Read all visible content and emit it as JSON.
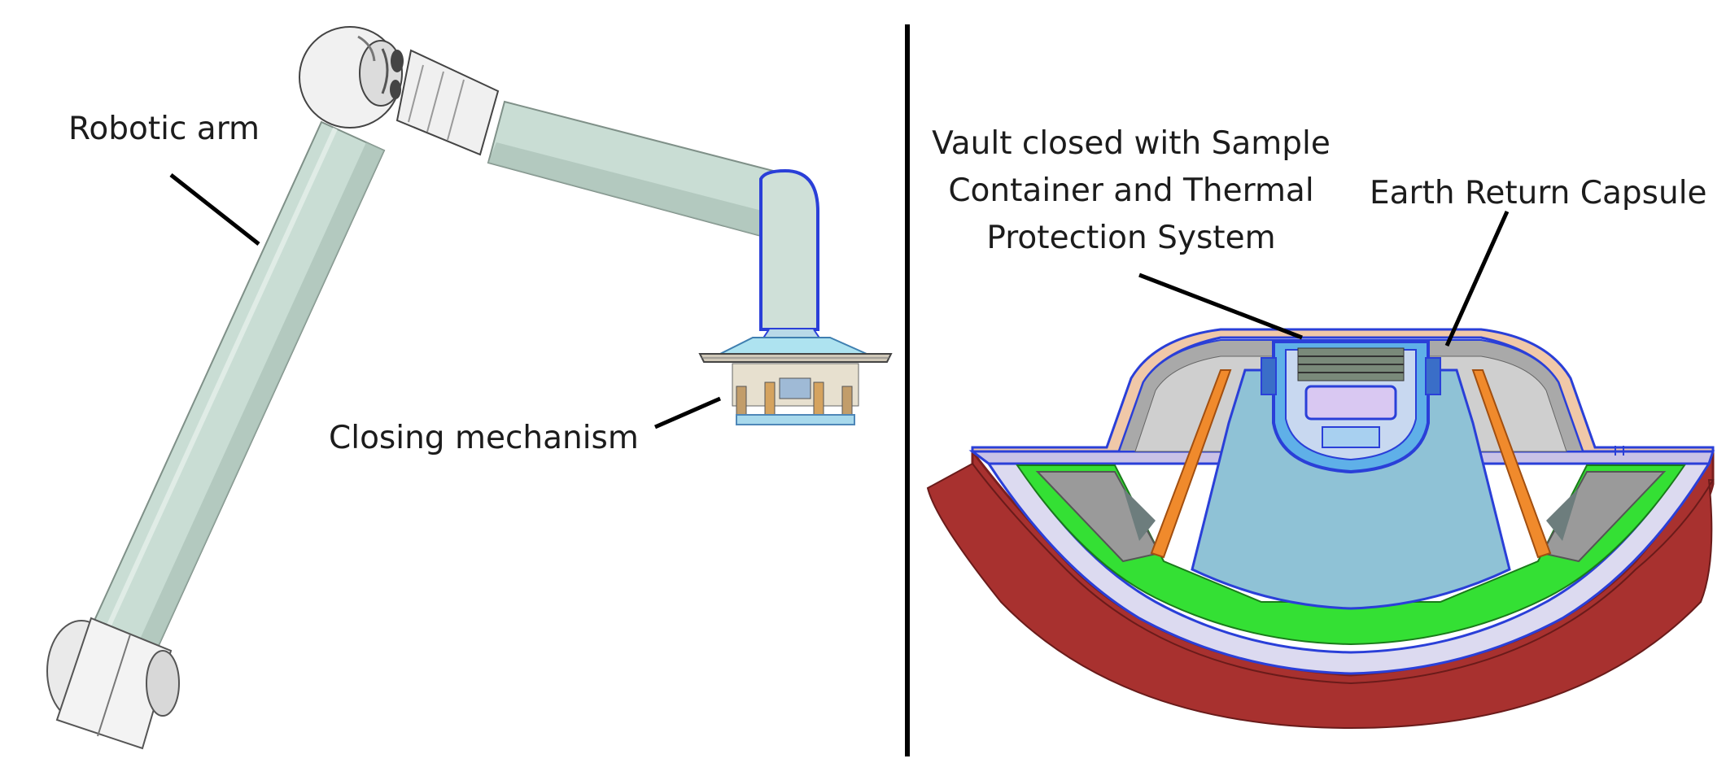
{
  "labels": {
    "robotic_arm": "Robotic arm",
    "closing_mechanism": "Closing mechanism",
    "vault_lines": [
      "Vault closed with Sample",
      "Container and Thermal",
      "Protection System"
    ],
    "earth_return_capsule": "Earth Return Capsule"
  },
  "colors": {
    "arm_tube": "#c9ddd4",
    "arm_tube_shade": "#a4bdb2",
    "joint": "#efefef",
    "outline_blue": "#2a3fd8",
    "heat_shield": "#a8312f",
    "green_structure": "#34e034",
    "orange_struts": "#f08a2c",
    "inner_volume": "#8fc2d6",
    "divider": "#000000"
  }
}
